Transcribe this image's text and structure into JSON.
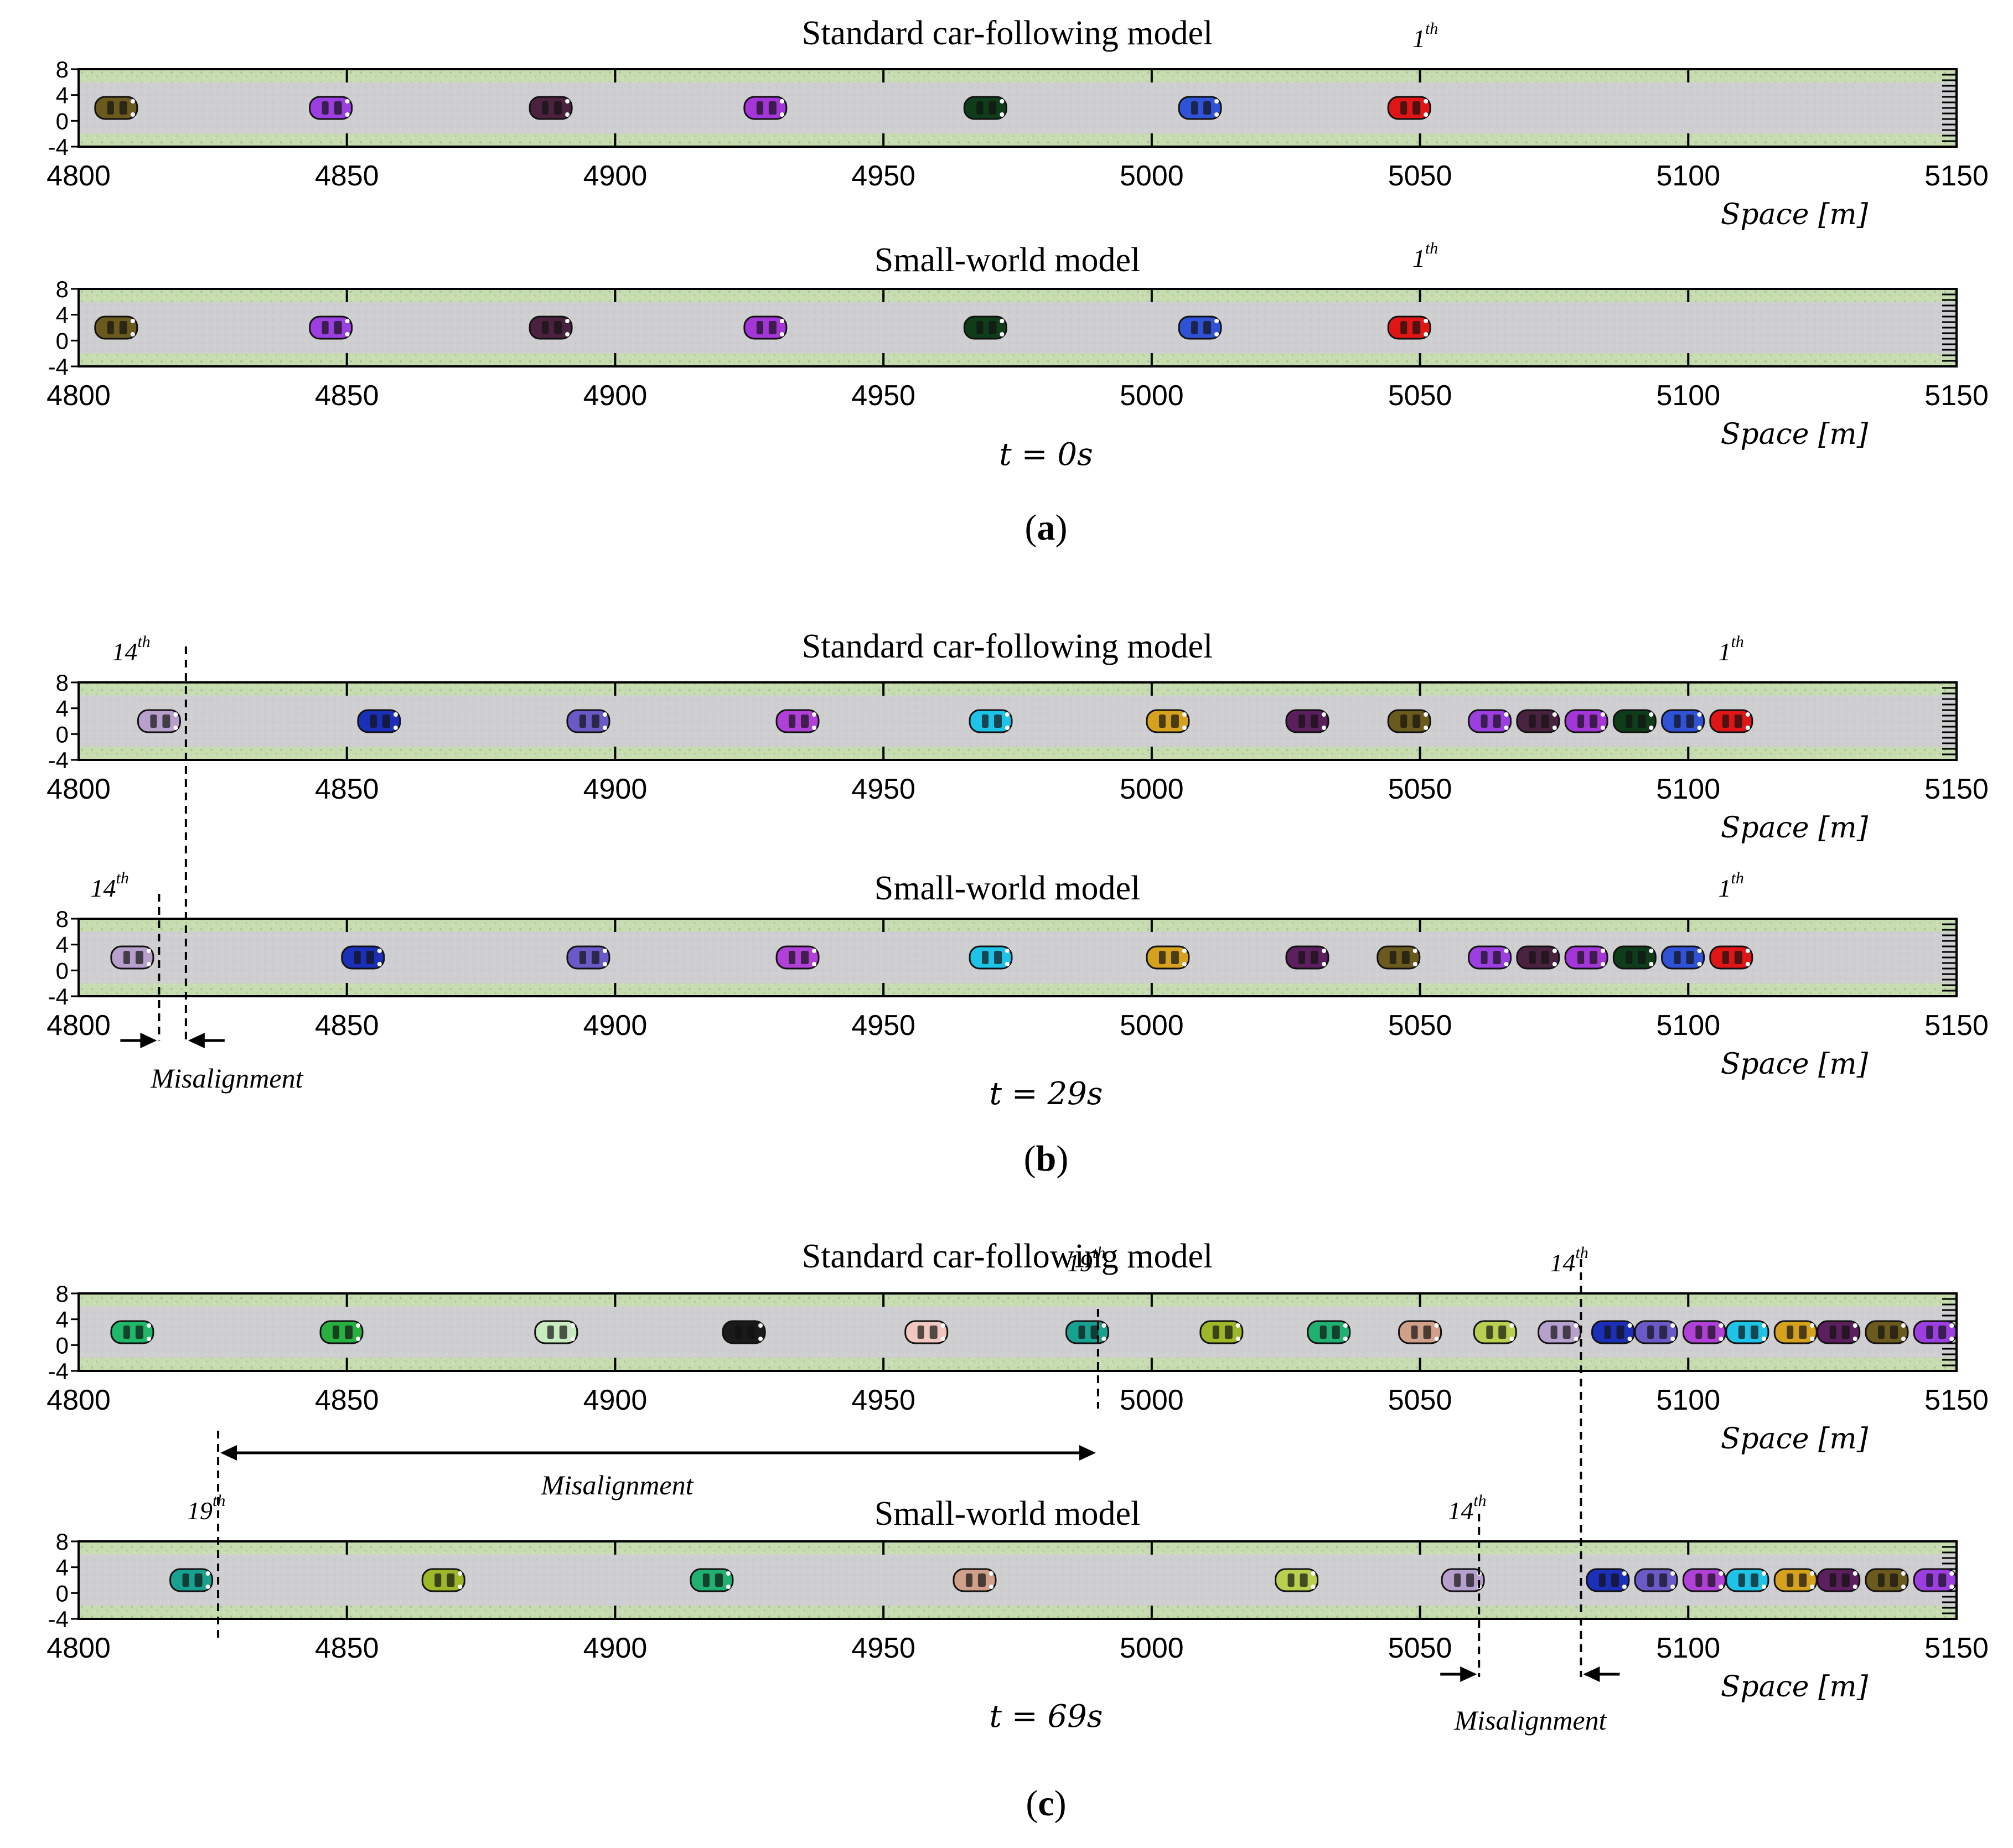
{
  "figure": {
    "x_axis": {
      "label": "Space [m]",
      "range": [
        4800,
        5150
      ],
      "ticks": [
        4800,
        4850,
        4900,
        4950,
        5000,
        5050,
        5100,
        5150
      ]
    },
    "y_axis": {
      "range": [
        -4,
        8
      ],
      "ticks": [
        8,
        4,
        0,
        -4
      ]
    },
    "panels": [
      {
        "id": "a",
        "label": "a",
        "time_label": "t = 0s",
        "annotations": [],
        "misalignments": []
      },
      {
        "id": "b",
        "label": "b",
        "time_label": "t = 29s",
        "annotations": [],
        "misalignments": [
          {
            "text": "Misalignment",
            "from": 4815,
            "to": 4820
          }
        ]
      },
      {
        "id": "c",
        "label": "c",
        "time_label": "t = 69s",
        "annotations": [],
        "misalignments": [
          {
            "text": "Misalignment",
            "from": 4826,
            "to": 4990
          },
          {
            "text": "Misalignment",
            "from": 5061,
            "to": 5080
          }
        ]
      }
    ]
  },
  "chart_data": [
    {
      "type": "scatter",
      "panel": "a",
      "title": "Standard car-following model",
      "xlabel": "Space [m]",
      "xlim": [
        4800,
        5150
      ],
      "ylim": [
        -4,
        8
      ],
      "vehicles": [
        {
          "x": 4807,
          "y": 2,
          "color": "#6b5a1e"
        },
        {
          "x": 4847,
          "y": 2,
          "color": "#9b3fe0"
        },
        {
          "x": 4888,
          "y": 2,
          "color": "#4a2240"
        },
        {
          "x": 4928,
          "y": 2,
          "color": "#a435d8"
        },
        {
          "x": 4969,
          "y": 2,
          "color": "#0f3d1a"
        },
        {
          "x": 5009,
          "y": 2,
          "color": "#2f52d6"
        },
        {
          "x": 5048,
          "y": 2,
          "color": "#e01515"
        }
      ],
      "markers": [
        {
          "text": "1",
          "sup": "th",
          "x": 5052
        }
      ]
    },
    {
      "type": "scatter",
      "panel": "a",
      "title": "Small-world model",
      "xlabel": "Space [m]",
      "xlim": [
        4800,
        5150
      ],
      "ylim": [
        -4,
        8
      ],
      "vehicles": [
        {
          "x": 4807,
          "y": 2,
          "color": "#6b5a1e"
        },
        {
          "x": 4847,
          "y": 2,
          "color": "#9b3fe0"
        },
        {
          "x": 4888,
          "y": 2,
          "color": "#4a2240"
        },
        {
          "x": 4928,
          "y": 2,
          "color": "#a435d8"
        },
        {
          "x": 4969,
          "y": 2,
          "color": "#0f3d1a"
        },
        {
          "x": 5009,
          "y": 2,
          "color": "#2f52d6"
        },
        {
          "x": 5048,
          "y": 2,
          "color": "#e01515"
        }
      ],
      "markers": [
        {
          "text": "1",
          "sup": "th",
          "x": 5052
        }
      ]
    },
    {
      "type": "scatter",
      "panel": "b",
      "title": "Standard car-following model",
      "xlabel": "Space [m]",
      "xlim": [
        4800,
        5150
      ],
      "ylim": [
        -4,
        8
      ],
      "vehicles": [
        {
          "x": 4815,
          "y": 2,
          "color": "#b8a0cc"
        },
        {
          "x": 4856,
          "y": 2,
          "color": "#1c2fb8"
        },
        {
          "x": 4895,
          "y": 2,
          "color": "#6a5ac8"
        },
        {
          "x": 4934,
          "y": 2,
          "color": "#b040d8"
        },
        {
          "x": 4970,
          "y": 2,
          "color": "#1ec4e8"
        },
        {
          "x": 5003,
          "y": 2,
          "color": "#d6a21e"
        },
        {
          "x": 5029,
          "y": 2,
          "color": "#5a1f5c"
        },
        {
          "x": 5048,
          "y": 2,
          "color": "#6b5a1e"
        },
        {
          "x": 5063,
          "y": 2,
          "color": "#9b3fe0"
        },
        {
          "x": 5072,
          "y": 2,
          "color": "#4a2240"
        },
        {
          "x": 5081,
          "y": 2,
          "color": "#a435d8"
        },
        {
          "x": 5090,
          "y": 2,
          "color": "#0f3d1a"
        },
        {
          "x": 5099,
          "y": 2,
          "color": "#2f52d6"
        },
        {
          "x": 5108,
          "y": 2,
          "color": "#e01515"
        }
      ],
      "markers": [
        {
          "text": "14",
          "sup": "th",
          "x": 4812
        },
        {
          "text": "1",
          "sup": "th",
          "x": 5109
        }
      ]
    },
    {
      "type": "scatter",
      "panel": "b",
      "title": "Small-world model",
      "xlabel": "Space [m]",
      "xlim": [
        4800,
        5150
      ],
      "ylim": [
        -4,
        8
      ],
      "vehicles": [
        {
          "x": 4810,
          "y": 2,
          "color": "#b8a0cc"
        },
        {
          "x": 4853,
          "y": 2,
          "color": "#1c2fb8"
        },
        {
          "x": 4895,
          "y": 2,
          "color": "#6a5ac8"
        },
        {
          "x": 4934,
          "y": 2,
          "color": "#b040d8"
        },
        {
          "x": 4970,
          "y": 2,
          "color": "#1ec4e8"
        },
        {
          "x": 5003,
          "y": 2,
          "color": "#d6a21e"
        },
        {
          "x": 5029,
          "y": 2,
          "color": "#5a1f5c"
        },
        {
          "x": 5046,
          "y": 2,
          "color": "#6b5a1e"
        },
        {
          "x": 5063,
          "y": 2,
          "color": "#9b3fe0"
        },
        {
          "x": 5072,
          "y": 2,
          "color": "#4a2240"
        },
        {
          "x": 5081,
          "y": 2,
          "color": "#a435d8"
        },
        {
          "x": 5090,
          "y": 2,
          "color": "#0f3d1a"
        },
        {
          "x": 5099,
          "y": 2,
          "color": "#2f52d6"
        },
        {
          "x": 5108,
          "y": 2,
          "color": "#e01515"
        }
      ],
      "markers": [
        {
          "text": "14",
          "sup": "th",
          "x": 4808
        },
        {
          "text": "1",
          "sup": "th",
          "x": 5109
        }
      ]
    },
    {
      "type": "scatter",
      "panel": "c",
      "title": "Standard car-following model",
      "xlabel": "Space [m]",
      "xlim": [
        4800,
        5150
      ],
      "ylim": [
        -4,
        8
      ],
      "vehicles": [
        {
          "x": 4810,
          "y": 2,
          "color": "#1fb86a"
        },
        {
          "x": 4849,
          "y": 2,
          "color": "#28b040"
        },
        {
          "x": 4889,
          "y": 2,
          "color": "#c8ecc0"
        },
        {
          "x": 4924,
          "y": 2,
          "color": "#1a1a1a"
        },
        {
          "x": 4958,
          "y": 2,
          "color": "#f0c8c0"
        },
        {
          "x": 4988,
          "y": 2,
          "color": "#18a090"
        },
        {
          "x": 5013,
          "y": 2,
          "color": "#9cb828"
        },
        {
          "x": 5033,
          "y": 2,
          "color": "#20b070"
        },
        {
          "x": 5050,
          "y": 2,
          "color": "#d0a08a"
        },
        {
          "x": 5064,
          "y": 2,
          "color": "#b8d050"
        },
        {
          "x": 5076,
          "y": 2,
          "color": "#b8a0cc"
        },
        {
          "x": 5086,
          "y": 2,
          "color": "#1c2fb8"
        },
        {
          "x": 5094,
          "y": 2,
          "color": "#6a5ac8"
        },
        {
          "x": 5103,
          "y": 2,
          "color": "#b040d8"
        },
        {
          "x": 5111,
          "y": 2,
          "color": "#1ec4e8"
        },
        {
          "x": 5120,
          "y": 2,
          "color": "#d6a21e"
        },
        {
          "x": 5128,
          "y": 2,
          "color": "#5a1f5c"
        },
        {
          "x": 5137,
          "y": 2,
          "color": "#6b5a1e"
        },
        {
          "x": 5146,
          "y": 2,
          "color": "#9b3fe0"
        }
      ],
      "markers": [
        {
          "text": "19",
          "sup": "th",
          "x": 4990
        },
        {
          "text": "14",
          "sup": "th",
          "x": 5080
        }
      ]
    },
    {
      "type": "scatter",
      "panel": "c",
      "title": "Small-world model",
      "xlabel": "Space [m]",
      "xlim": [
        4800,
        5150
      ],
      "ylim": [
        -4,
        8
      ],
      "vehicles": [
        {
          "x": 4821,
          "y": 2,
          "color": "#18a090"
        },
        {
          "x": 4868,
          "y": 2,
          "color": "#9cb828"
        },
        {
          "x": 4918,
          "y": 2,
          "color": "#20b070"
        },
        {
          "x": 4967,
          "y": 2,
          "color": "#d0a08a"
        },
        {
          "x": 5027,
          "y": 2,
          "color": "#b8d050"
        },
        {
          "x": 5058,
          "y": 2,
          "color": "#b8a0cc"
        },
        {
          "x": 5085,
          "y": 2,
          "color": "#1c2fb8"
        },
        {
          "x": 5094,
          "y": 2,
          "color": "#6a5ac8"
        },
        {
          "x": 5103,
          "y": 2,
          "color": "#b040d8"
        },
        {
          "x": 5111,
          "y": 2,
          "color": "#1ec4e8"
        },
        {
          "x": 5120,
          "y": 2,
          "color": "#d6a21e"
        },
        {
          "x": 5128,
          "y": 2,
          "color": "#5a1f5c"
        },
        {
          "x": 5137,
          "y": 2,
          "color": "#6b5a1e"
        },
        {
          "x": 5146,
          "y": 2,
          "color": "#9b3fe0"
        }
      ],
      "markers": [
        {
          "text": "19",
          "sup": "th",
          "x": 4826
        },
        {
          "text": "14",
          "sup": "th",
          "x": 5061
        }
      ]
    }
  ]
}
